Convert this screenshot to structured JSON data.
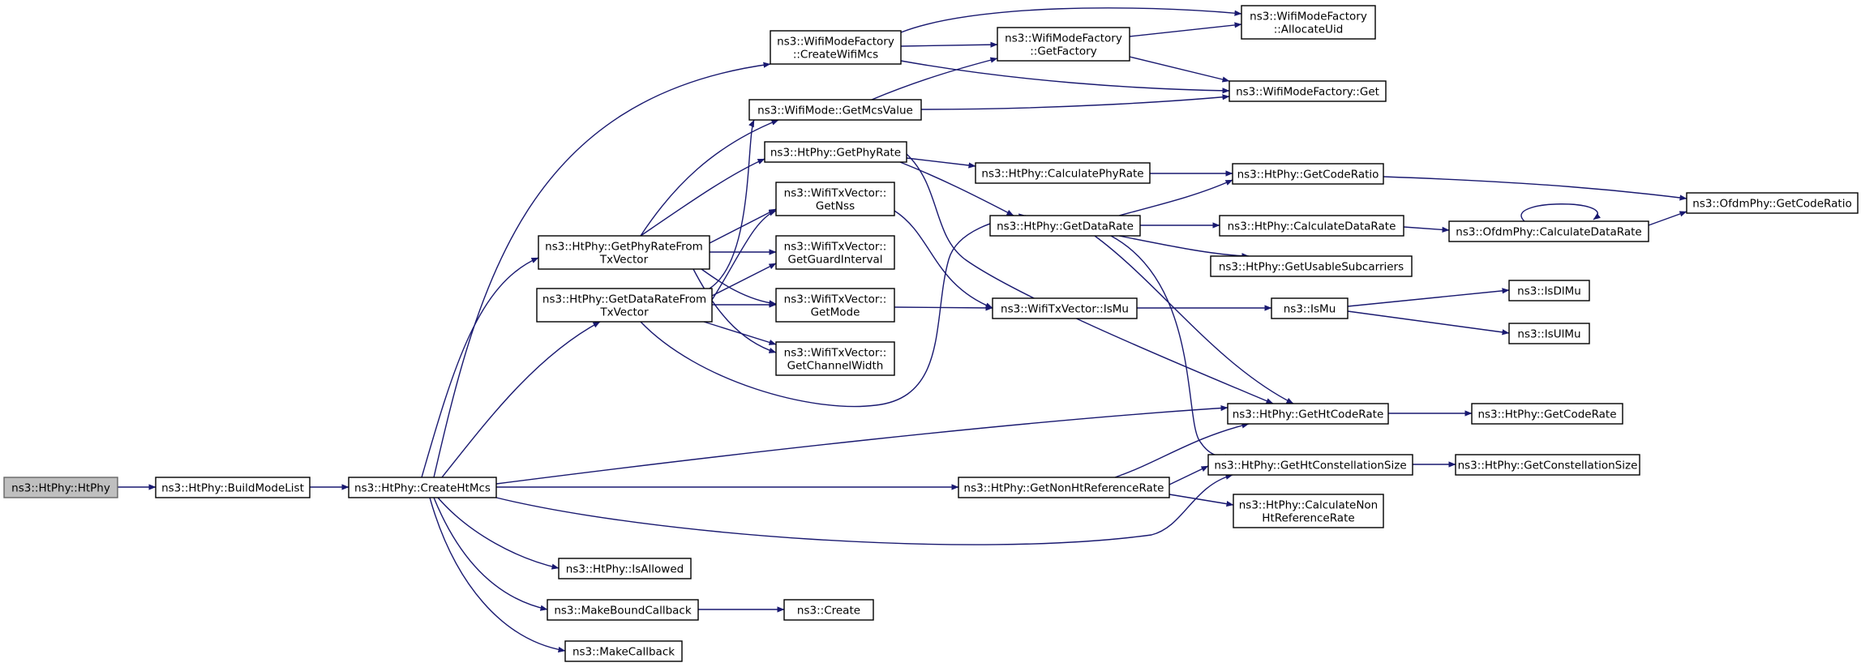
{
  "colors": {
    "edge": "#191970",
    "node_border": "#000000",
    "root_fill": "#bfbfbf",
    "node_fill": "#ffffff"
  },
  "nodes": {
    "htphy": {
      "lines": [
        "ns3::HtPhy::HtPhy"
      ],
      "root": true
    },
    "buildmodelist": {
      "lines": [
        "ns3::HtPhy::BuildModeList"
      ]
    },
    "createhtmcs": {
      "lines": [
        "ns3::HtPhy::CreateHtMcs"
      ]
    },
    "createwifimcs": {
      "lines": [
        "ns3::WifiModeFactory",
        "::CreateWifiMcs"
      ]
    },
    "getmcsvalue": {
      "lines": [
        "ns3::WifiMode::GetMcsValue"
      ]
    },
    "getphyrate": {
      "lines": [
        "ns3::HtPhy::GetPhyRate"
      ]
    },
    "getphyratefromtx": {
      "lines": [
        "ns3::HtPhy::GetPhyRateFrom",
        "TxVector"
      ]
    },
    "getdataratefromtx": {
      "lines": [
        "ns3::HtPhy::GetDataRateFrom",
        "TxVector"
      ]
    },
    "isallowed": {
      "lines": [
        "ns3::HtPhy::IsAllowed"
      ]
    },
    "makeboundcallback": {
      "lines": [
        "ns3::MakeBoundCallback"
      ]
    },
    "makecallback": {
      "lines": [
        "ns3::MakeCallback"
      ]
    },
    "create": {
      "lines": [
        "ns3::Create"
      ]
    },
    "getnss": {
      "lines": [
        "ns3::WifiTxVector::",
        "GetNss"
      ]
    },
    "getguardinterval": {
      "lines": [
        "ns3::WifiTxVector::",
        "GetGuardInterval"
      ]
    },
    "getmode": {
      "lines": [
        "ns3::WifiTxVector::",
        "GetMode"
      ]
    },
    "getchannelwidth": {
      "lines": [
        "ns3::WifiTxVector::",
        "GetChannelWidth"
      ]
    },
    "getfactory": {
      "lines": [
        "ns3::WifiModeFactory",
        "::GetFactory"
      ]
    },
    "calcphyrate": {
      "lines": [
        "ns3::HtPhy::CalculatePhyRate"
      ]
    },
    "getdatarate": {
      "lines": [
        "ns3::HtPhy::GetDataRate"
      ]
    },
    "ismu": {
      "lines": [
        "ns3::WifiTxVector::IsMu"
      ]
    },
    "getnonhtrefrate": {
      "lines": [
        "ns3::HtPhy::GetNonHtReferenceRate"
      ]
    },
    "allocateuid": {
      "lines": [
        "ns3::WifiModeFactory",
        "::AllocateUid"
      ]
    },
    "wmfget": {
      "lines": [
        "ns3::WifiModeFactory::Get"
      ]
    },
    "getcoderatio": {
      "lines": [
        "ns3::HtPhy::GetCodeRatio"
      ]
    },
    "calcdatarate": {
      "lines": [
        "ns3::HtPhy::CalculateDataRate"
      ]
    },
    "getusablesub": {
      "lines": [
        "ns3::HtPhy::GetUsableSubcarriers"
      ]
    },
    "nsismu": {
      "lines": [
        "ns3::IsMu"
      ]
    },
    "gethtcoderate": {
      "lines": [
        "ns3::HtPhy::GetHtCodeRate"
      ]
    },
    "gethtconst": {
      "lines": [
        "ns3::HtPhy::GetHtConstellationSize"
      ]
    },
    "calcnonhtref": {
      "lines": [
        "ns3::HtPhy::CalculateNon",
        "HtReferenceRate"
      ]
    },
    "ofdmcalcdatarate": {
      "lines": [
        "ns3::OfdmPhy::CalculateDataRate"
      ]
    },
    "isdlmu": {
      "lines": [
        "ns3::IsDlMu"
      ]
    },
    "isulmu": {
      "lines": [
        "ns3::IsUlMu"
      ]
    },
    "getcoderate": {
      "lines": [
        "ns3::HtPhy::GetCodeRate"
      ]
    },
    "getconstsize": {
      "lines": [
        "ns3::HtPhy::GetConstellationSize"
      ]
    },
    "ofdmgetcoderatio": {
      "lines": [
        "ns3::OfdmPhy::GetCodeRatio"
      ]
    }
  }
}
